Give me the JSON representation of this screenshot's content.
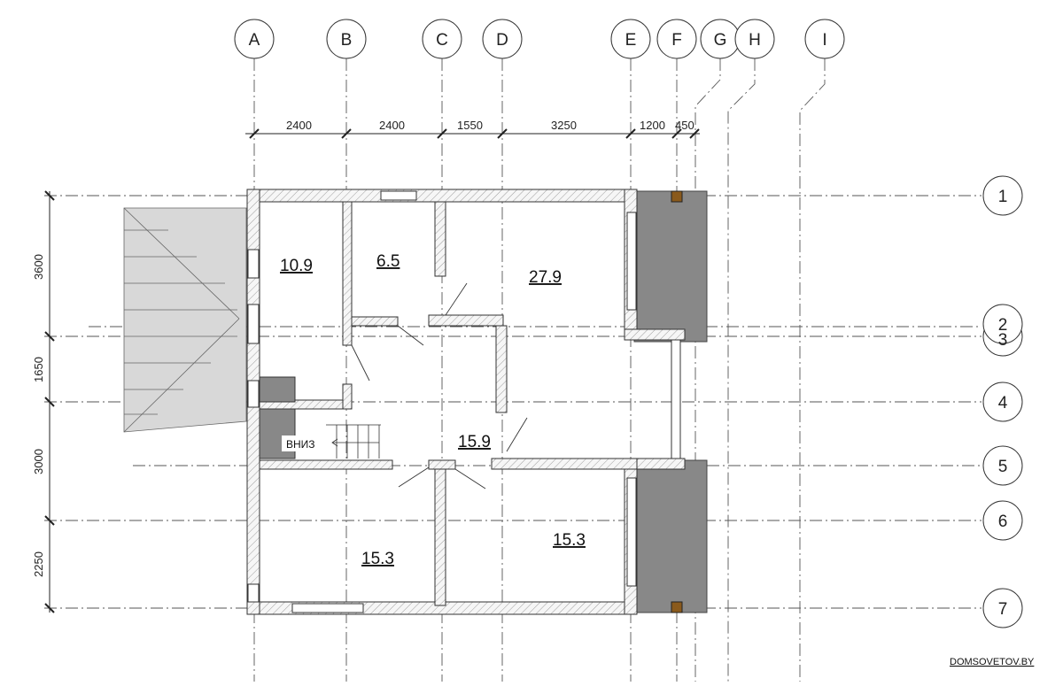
{
  "grid": {
    "columns": [
      "A",
      "B",
      "C",
      "D",
      "E",
      "F",
      "G",
      "H",
      "I"
    ],
    "rows": [
      "1",
      "2",
      "3",
      "4",
      "5",
      "6",
      "7"
    ]
  },
  "dimensions": {
    "horizontal": [
      "2400",
      "2400",
      "1550",
      "3250",
      "1200",
      "450"
    ],
    "vertical": [
      "3600",
      "1650",
      "3000",
      "2250"
    ]
  },
  "rooms": [
    {
      "id": "room-left-top",
      "area": "10.9"
    },
    {
      "id": "room-small",
      "area": "6.5"
    },
    {
      "id": "room-large-top",
      "area": "27.9"
    },
    {
      "id": "hall",
      "area": "15.9"
    },
    {
      "id": "room-left-bottom",
      "area": "15.3"
    },
    {
      "id": "room-right-bottom",
      "area": "15.3"
    }
  ],
  "stair_label": "ВНИЗ",
  "watermark": "DOMSOVETOV.BY",
  "colors": {
    "wall_fill": "#f4f4f4",
    "terrace": "#888888",
    "roof": "#d8d8d8",
    "line": "#333333"
  }
}
